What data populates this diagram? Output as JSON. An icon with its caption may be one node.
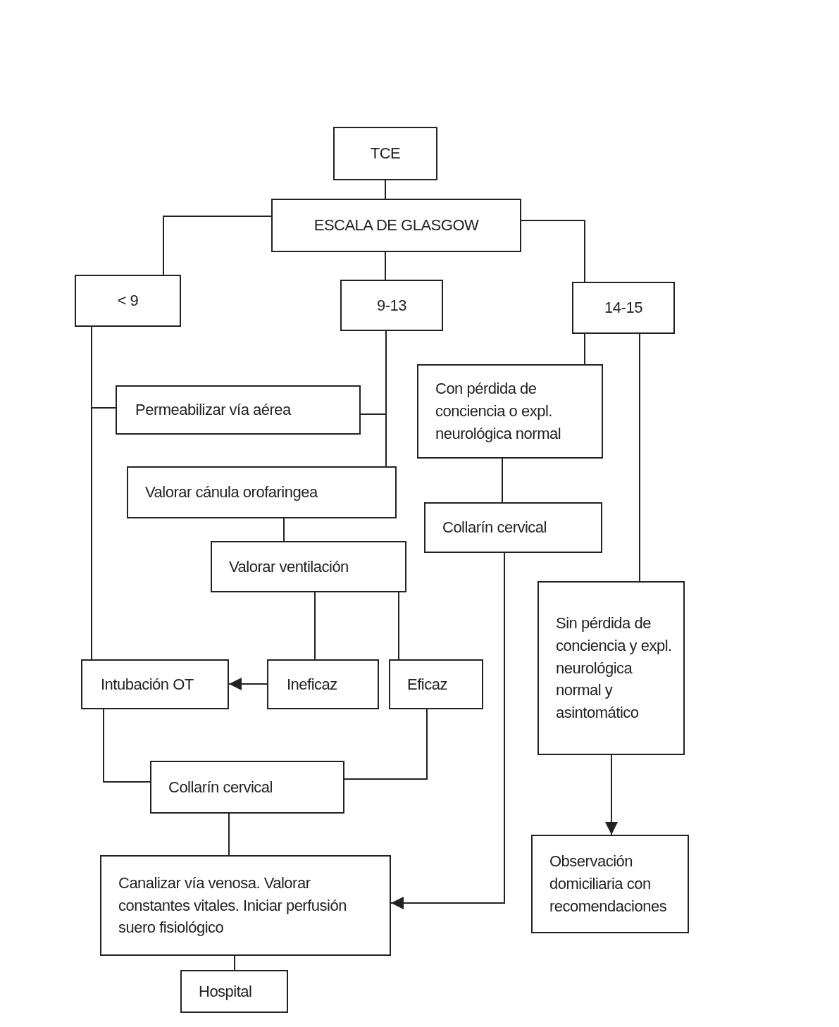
{
  "diagram": {
    "nodes": [
      {
        "text": [
          "TCE"
        ]
      },
      {
        "text": [
          "ESCALA DE GLASGOW"
        ]
      },
      {
        "text": [
          "< 9"
        ]
      },
      {
        "text": [
          "9-13"
        ]
      },
      {
        "text": [
          "14-15"
        ]
      },
      {
        "text": [
          "Permeabilizar vía aérea"
        ]
      },
      {
        "text": [
          "Con pérdida de conciencia o expl. neurológica normal"
        ]
      },
      {
        "text": [
          "Valorar cánula orofaringea"
        ]
      },
      {
        "text": [
          "Collarín cervical"
        ]
      },
      {
        "text": [
          "Valorar ventilación"
        ]
      },
      {
        "text": [
          "Sin pérdida de conciencia y expl. neurológica normal y asintomático"
        ]
      },
      {
        "text": [
          "Intubación OT"
        ]
      },
      {
        "text": [
          "Ineficaz"
        ]
      },
      {
        "text": [
          "Eficaz"
        ]
      },
      {
        "text": [
          "Collarín cervical"
        ]
      },
      {
        "text": [
          "Canalizar vía venosa. Valorar constantes vitales. Iniciar perfusión suero fisiológico"
        ]
      },
      {
        "text": [
          "Observación domiciliaria con recomendaciones"
        ]
      },
      {
        "text": [
          "Hospital"
        ]
      }
    ],
    "edges": [
      {
        "from": 0,
        "to": 1,
        "arrow": "none"
      },
      {
        "from": 1,
        "to": 2,
        "arrow": "none"
      },
      {
        "from": 1,
        "to": 3,
        "arrow": "none"
      },
      {
        "from": 1,
        "to": 4,
        "arrow": "none"
      },
      {
        "from": 2,
        "to": 5,
        "arrow": "none"
      },
      {
        "from": 2,
        "to": 11,
        "arrow": "none"
      },
      {
        "from": 3,
        "to": 5,
        "arrow": "none"
      },
      {
        "from": 3,
        "to": 7,
        "arrow": "none"
      },
      {
        "from": 4,
        "to": 6,
        "arrow": "none"
      },
      {
        "from": 4,
        "to": 10,
        "arrow": "none"
      },
      {
        "from": 6,
        "to": 8,
        "arrow": "none"
      },
      {
        "from": 7,
        "to": 9,
        "arrow": "none"
      },
      {
        "from": 9,
        "to": 12,
        "arrow": "none"
      },
      {
        "from": 9,
        "to": 13,
        "arrow": "none"
      },
      {
        "from": 12,
        "to": 11,
        "arrow": "to"
      },
      {
        "from": 11,
        "to": 14,
        "arrow": "none"
      },
      {
        "from": 13,
        "to": 14,
        "arrow": "none"
      },
      {
        "from": 8,
        "to": 15,
        "arrow": "to"
      },
      {
        "from": 10,
        "to": 16,
        "arrow": "to"
      },
      {
        "from": 14,
        "to": 15,
        "arrow": "none"
      },
      {
        "from": 15,
        "to": 17,
        "arrow": "none"
      }
    ]
  }
}
